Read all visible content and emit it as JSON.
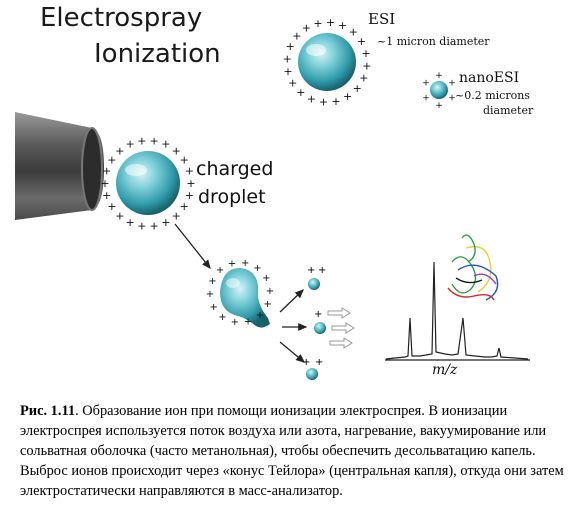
{
  "figure": {
    "title_line1": "Electrospray",
    "title_line2": "Ionization",
    "esi_label": "ESI",
    "esi_diameter": "~1 micron diameter",
    "nanoesi_label": "nanoESI",
    "nanoesi_diameter_line1": "~0.2 microns",
    "nanoesi_diameter_line2": "diameter",
    "charged_label": "charged",
    "droplet_label": "droplet",
    "axis_label": "m/z",
    "droplet_color": "#4fb6c2"
  },
  "caption": {
    "prefix": "Рис. 1.11",
    "text": ". Образование ион при помощи ионизации электроспрея. В ионизации электроспрея используется поток воздуха или азота, нагревание, вакуумирование или сольватная оболочка (часто метанольная), чтобы обеспечить десольватацию капель. Выброс ионов происходит через «конус Тейлора» (центральная капля), откуда они затем электростатически направляются в масс-анализатор."
  }
}
